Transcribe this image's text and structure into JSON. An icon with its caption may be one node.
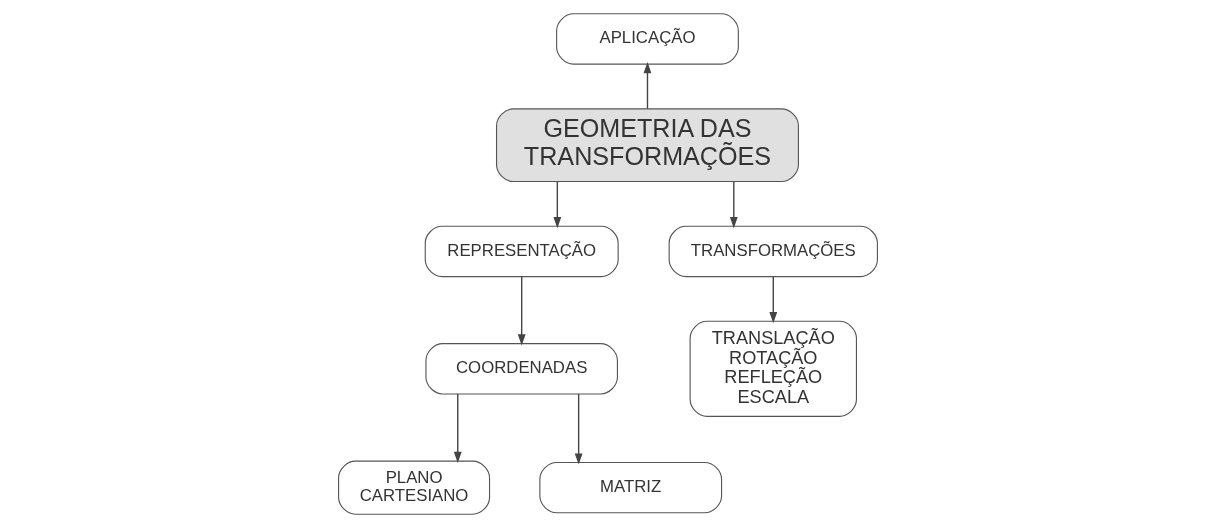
{
  "diagram": {
    "nodes": [
      {
        "text": [
          "APLICAÇÃO"
        ]
      },
      {
        "text": [
          "GEOMETRIA DAS TRANSFORMAÇÕES"
        ]
      },
      {
        "text": [
          "REPRESENTAÇÃO"
        ]
      },
      {
        "text": [
          "TRANSFORMAÇÕES"
        ]
      },
      {
        "text": [
          "COORDENADAS"
        ]
      },
      {
        "text": [
          "TRANSLAÇÃO",
          "ROTAÇÃO",
          "REFLEÇÃO",
          "ESCALA"
        ]
      },
      {
        "text": [
          "PLANO CARTESIANO"
        ]
      },
      {
        "text": [
          "MATRIZ"
        ]
      }
    ],
    "edges": [
      {
        "from": 1,
        "to": 0,
        "arrow": "to"
      },
      {
        "from": 1,
        "to": 2,
        "arrow": "to"
      },
      {
        "from": 1,
        "to": 3,
        "arrow": "to"
      },
      {
        "from": 2,
        "to": 4,
        "arrow": "to"
      },
      {
        "from": 3,
        "to": 5,
        "arrow": "to"
      },
      {
        "from": 4,
        "to": 6,
        "arrow": "to"
      },
      {
        "from": 4,
        "to": 7,
        "arrow": "to"
      }
    ]
  }
}
